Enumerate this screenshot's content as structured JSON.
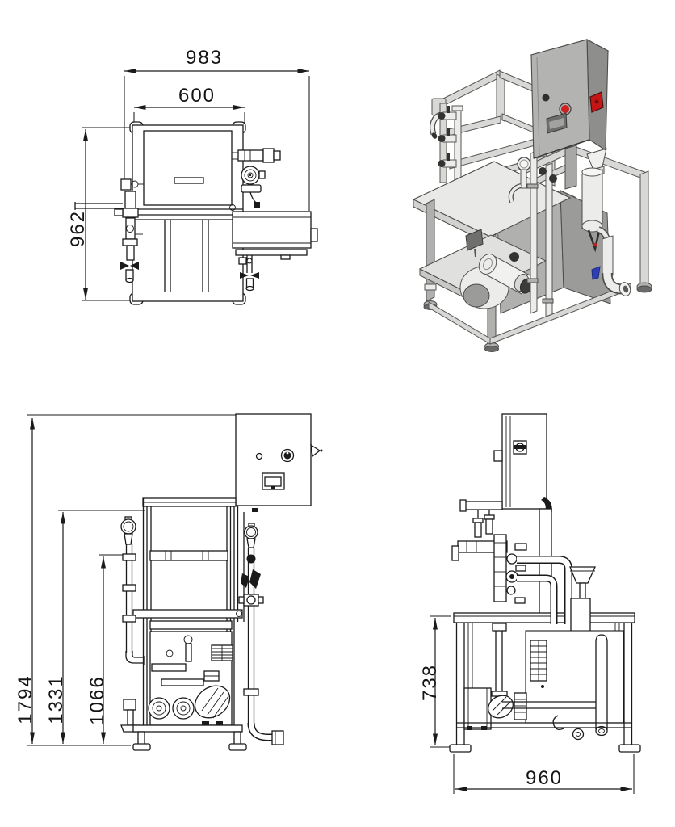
{
  "sheet": {
    "background": "#ffffff",
    "ink": "#1a1a1a",
    "views": {
      "top": {
        "dims": {
          "overall_width": "983",
          "tank_width": "600",
          "overall_depth": "962"
        }
      },
      "front": {
        "dims": {
          "overall_height": "1794",
          "frame_height": "1331",
          "pipe_height": "1066"
        }
      },
      "side": {
        "dims": {
          "frame_height": "738",
          "overall_depth": "960"
        }
      },
      "isometric": {
        "colors": {
          "steel_light": "#ececea",
          "steel_mid": "#c9c9c7",
          "cabinet_front": "#b3b3b1",
          "cabinet_side": "#8e8e8c",
          "indicator_red": "#cc1d1d",
          "valve_handle_blue": "#2c3fb4",
          "detail_dark": "#333331"
        }
      }
    }
  }
}
